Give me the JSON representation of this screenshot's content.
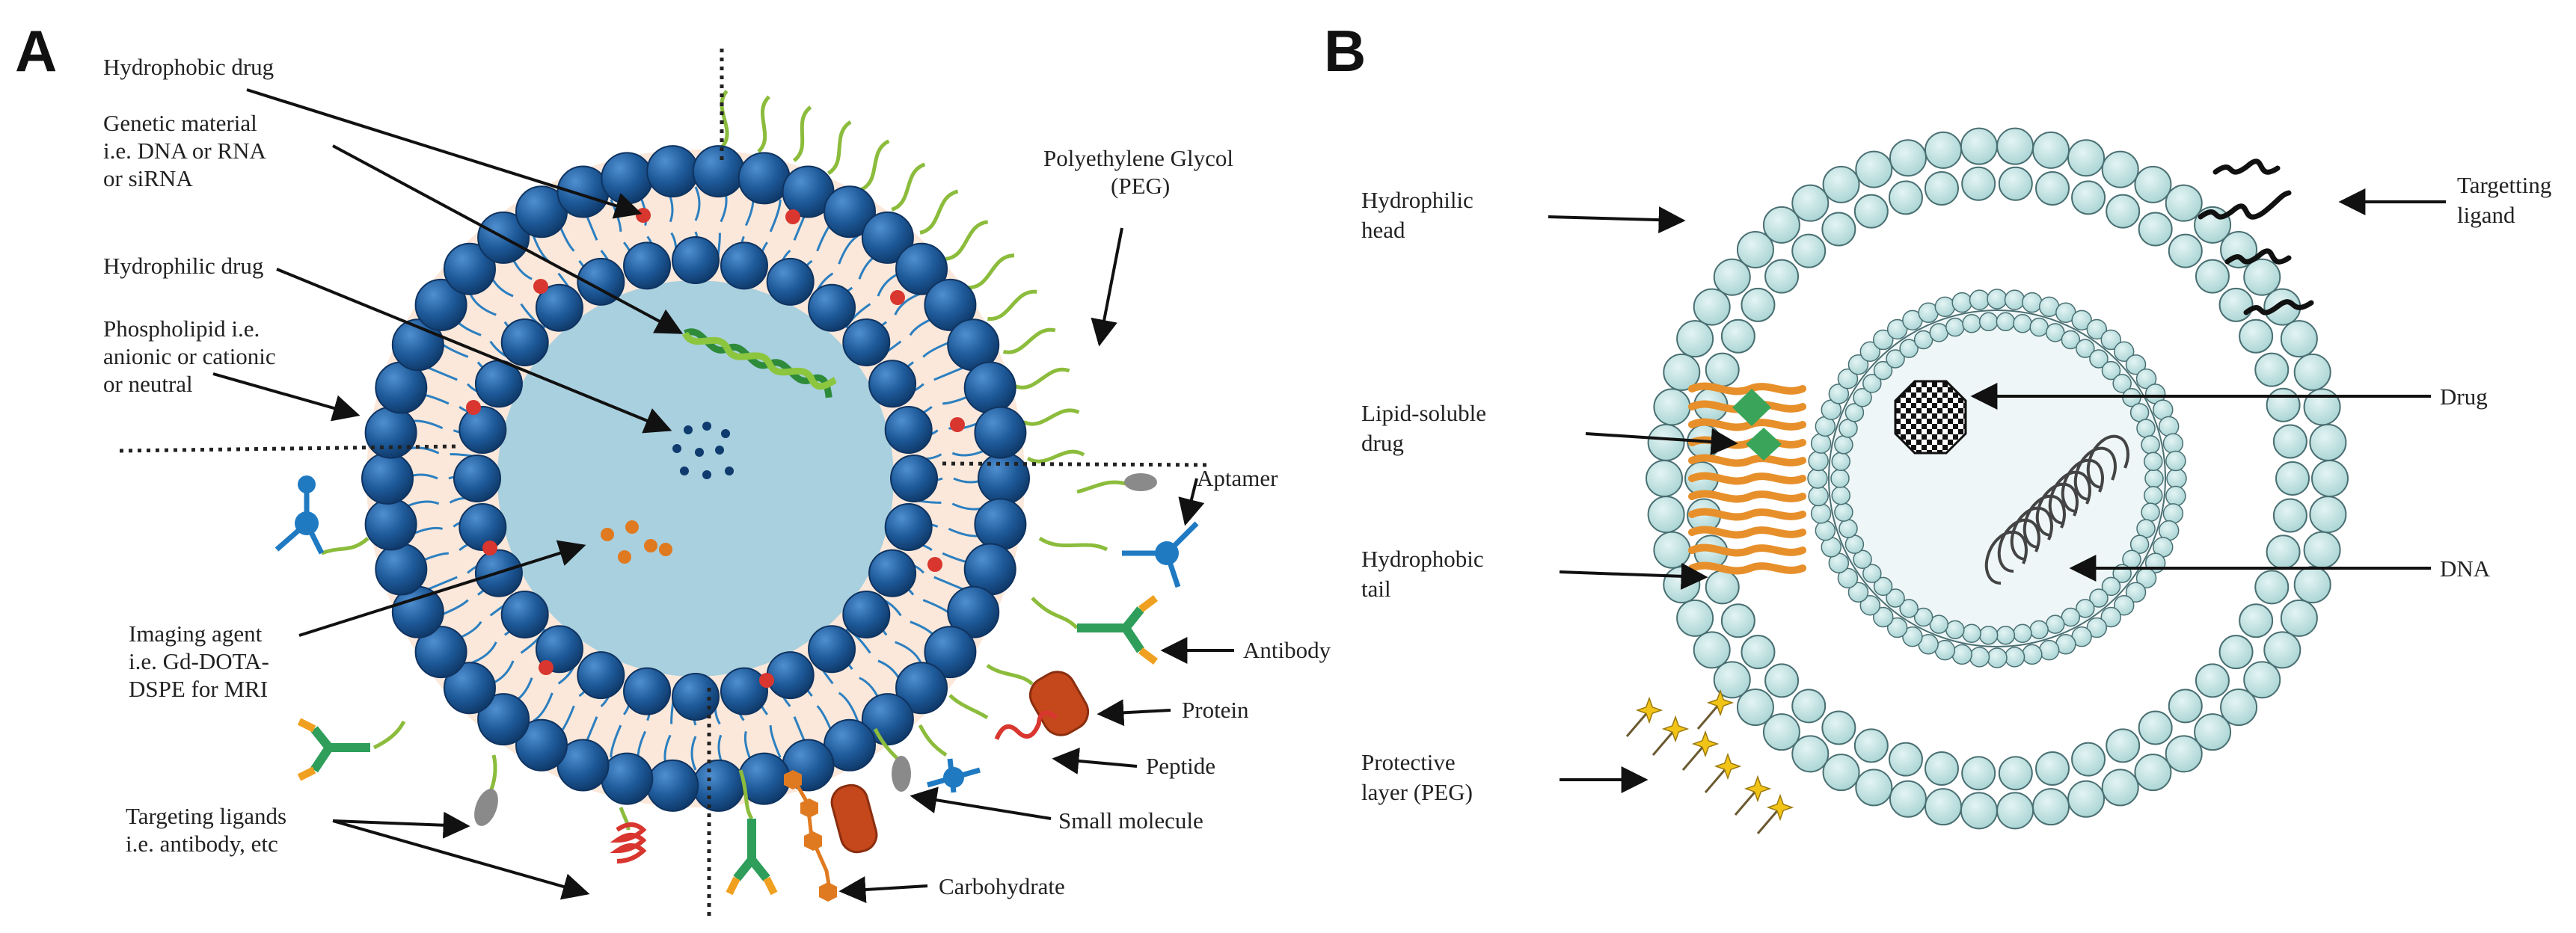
{
  "panel_a": {
    "letter": "A",
    "labels": {
      "hydrophobic_drug": "Hydrophobic drug",
      "genetic_material": [
        "Genetic material",
        "i.e. DNA or RNA",
        "or siRNA"
      ],
      "hydrophilic_drug": "Hydrophilic drug",
      "phospholipid": [
        "Phospholipid i.e.",
        "anionic or cationic",
        "or neutral"
      ],
      "peg": [
        "Polyethylene Glycol",
        "(PEG)"
      ],
      "aptamer": "Aptamer",
      "imaging_agent": [
        "Imaging agent",
        "i.e. Gd-DOTA-",
        "DSPE for MRI"
      ],
      "antibody": "Antibody",
      "protein": "Protein",
      "peptide": "Peptide",
      "small_molecule": "Small molecule",
      "targeting_ligands": [
        "Targeting ligands",
        "i.e. antibody, etc"
      ],
      "carbohydrate": "Carbohydrate"
    }
  },
  "panel_b": {
    "letter": "B",
    "labels": {
      "hydrophilic_head": [
        "Hydrophilic",
        "head"
      ],
      "targetting_ligand": [
        "Targetting",
        "ligand"
      ],
      "lipid_soluble_drug": [
        "Lipid-soluble",
        "drug"
      ],
      "drug": "Drug",
      "hydrophobic_tail": [
        "Hydrophobic",
        "tail"
      ],
      "dna": "DNA",
      "protective_layer": [
        "Protective",
        "layer (PEG)"
      ]
    }
  },
  "colors": {
    "bead": "#1e5a9a",
    "bead_edge": "#0f3360",
    "bilayer_fill": "#fbe8da",
    "core_fill": "#a9d0df",
    "lipid_tail": "#2c7fc0",
    "drug_dot": "#d8362f",
    "peg_chain": "#8cbc3c",
    "sphere_b": "#bfe3e3",
    "sphere_b_edge": "#4a6f72",
    "tail_orange": "#e7902b",
    "arrow": "#111111"
  }
}
